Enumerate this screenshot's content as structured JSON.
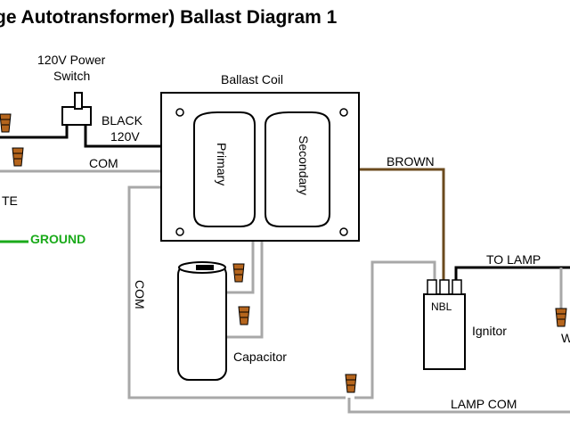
{
  "title": "ge Autotransformer) Ballast Diagram 1",
  "labels": {
    "power_switch_line1": "120V Power",
    "power_switch_line2": "Switch",
    "ballast_coil": "Ballast Coil",
    "black": "BLACK",
    "volts": "120V",
    "com_top": "COM",
    "white_fragment": "TE",
    "ground": "GROUND",
    "primary": "Primary",
    "secondary": "Secondary",
    "brown": "BROWN",
    "to_lamp": "TO LAMP",
    "com_left": "COM",
    "nbl": "NBL",
    "ignitor": "Ignitor",
    "capacitor": "Capacitor",
    "lamp_com": "LAMP COM",
    "lamp_fragment": "W"
  },
  "colors": {
    "hot_wire": "#000000",
    "common_wire": "#a8a8a8",
    "ground_wire": "#1aaa1a",
    "brown_wire": "#6b4a1e",
    "wire_nut": "#b5651d",
    "coil_outline": "#000000"
  }
}
